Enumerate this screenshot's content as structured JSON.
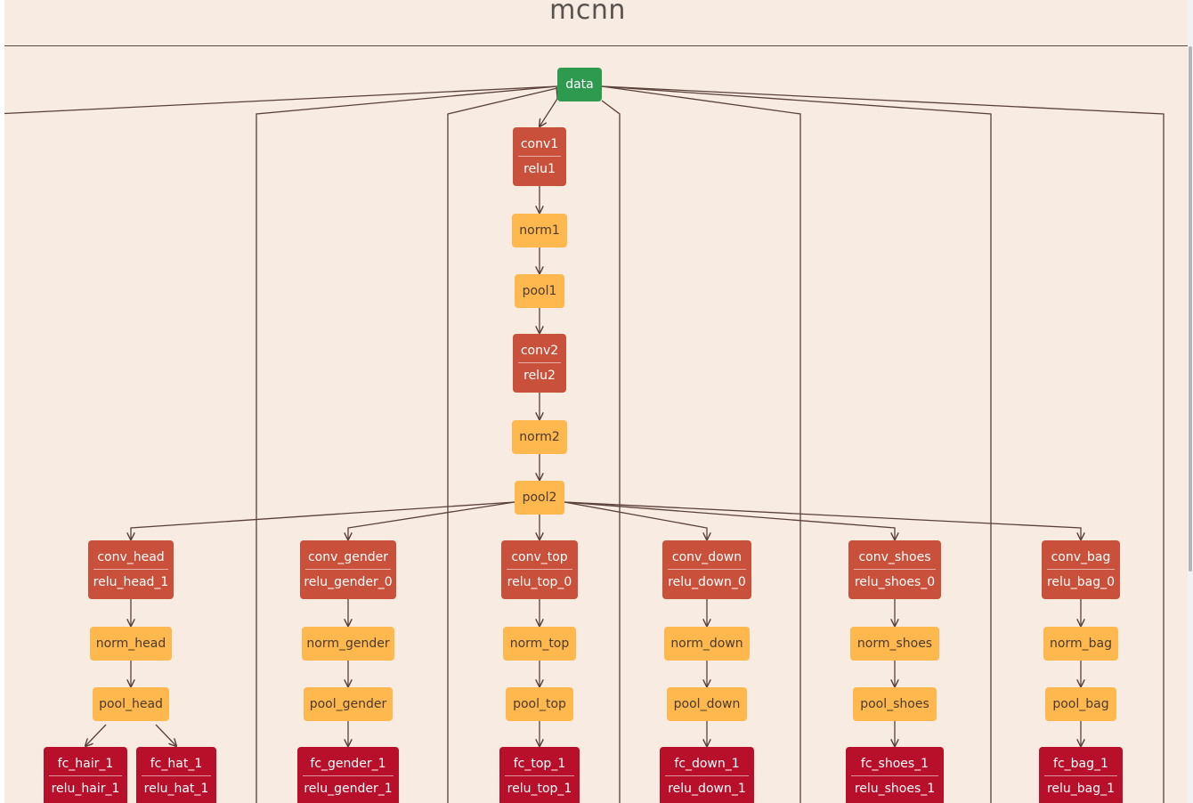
{
  "title": "mcnn",
  "colors": {
    "input": "#2e9a4f",
    "conv": "#c9503a",
    "norm_pool": "#ffb84d",
    "fc": "#b8102a",
    "edge": "#5a4038"
  },
  "nodes": {
    "data": {
      "labels": [
        "data"
      ]
    },
    "conv1": {
      "labels": [
        "conv1",
        "relu1"
      ]
    },
    "norm1": {
      "labels": [
        "norm1"
      ]
    },
    "pool1": {
      "labels": [
        "pool1"
      ]
    },
    "conv2": {
      "labels": [
        "conv2",
        "relu2"
      ]
    },
    "norm2": {
      "labels": [
        "norm2"
      ]
    },
    "pool2": {
      "labels": [
        "pool2"
      ]
    },
    "conv_head": {
      "labels": [
        "conv_head",
        "relu_head_1"
      ]
    },
    "norm_head": {
      "labels": [
        "norm_head"
      ]
    },
    "pool_head": {
      "labels": [
        "pool_head"
      ]
    },
    "fc_hair_1": {
      "labels": [
        "fc_hair_1",
        "relu_hair_1"
      ]
    },
    "fc_hat_1": {
      "labels": [
        "fc_hat_1",
        "relu_hat_1"
      ]
    },
    "conv_gender": {
      "labels": [
        "conv_gender",
        "relu_gender_0"
      ]
    },
    "norm_gender": {
      "labels": [
        "norm_gender"
      ]
    },
    "pool_gender": {
      "labels": [
        "pool_gender"
      ]
    },
    "fc_gender_1": {
      "labels": [
        "fc_gender_1",
        "relu_gender_1"
      ]
    },
    "conv_top": {
      "labels": [
        "conv_top",
        "relu_top_0"
      ]
    },
    "norm_top": {
      "labels": [
        "norm_top"
      ]
    },
    "pool_top": {
      "labels": [
        "pool_top"
      ]
    },
    "fc_top_1": {
      "labels": [
        "fc_top_1",
        "relu_top_1"
      ]
    },
    "conv_down": {
      "labels": [
        "conv_down",
        "relu_down_0"
      ]
    },
    "norm_down": {
      "labels": [
        "norm_down"
      ]
    },
    "pool_down": {
      "labels": [
        "pool_down"
      ]
    },
    "fc_down_1": {
      "labels": [
        "fc_down_1",
        "relu_down_1"
      ]
    },
    "conv_shoes": {
      "labels": [
        "conv_shoes",
        "relu_shoes_0"
      ]
    },
    "norm_shoes": {
      "labels": [
        "norm_shoes"
      ]
    },
    "pool_shoes": {
      "labels": [
        "pool_shoes"
      ]
    },
    "fc_shoes_1": {
      "labels": [
        "fc_shoes_1",
        "relu_shoes_1"
      ]
    },
    "conv_bag": {
      "labels": [
        "conv_bag",
        "relu_bag_0"
      ]
    },
    "norm_bag": {
      "labels": [
        "norm_bag"
      ]
    },
    "pool_bag": {
      "labels": [
        "pool_bag"
      ]
    },
    "fc_bag_1": {
      "labels": [
        "fc_bag_1",
        "relu_bag_1"
      ]
    }
  },
  "edges": [
    [
      "data",
      "conv1"
    ],
    [
      "conv1",
      "norm1"
    ],
    [
      "norm1",
      "pool1"
    ],
    [
      "pool1",
      "conv2"
    ],
    [
      "conv2",
      "norm2"
    ],
    [
      "norm2",
      "pool2"
    ],
    [
      "pool2",
      "conv_head"
    ],
    [
      "pool2",
      "conv_gender"
    ],
    [
      "pool2",
      "conv_top"
    ],
    [
      "pool2",
      "conv_down"
    ],
    [
      "pool2",
      "conv_shoes"
    ],
    [
      "pool2",
      "conv_bag"
    ],
    [
      "conv_head",
      "norm_head"
    ],
    [
      "norm_head",
      "pool_head"
    ],
    [
      "pool_head",
      "fc_hair_1"
    ],
    [
      "pool_head",
      "fc_hat_1"
    ],
    [
      "conv_gender",
      "norm_gender"
    ],
    [
      "norm_gender",
      "pool_gender"
    ],
    [
      "pool_gender",
      "fc_gender_1"
    ],
    [
      "conv_top",
      "norm_top"
    ],
    [
      "norm_top",
      "pool_top"
    ],
    [
      "pool_top",
      "fc_top_1"
    ],
    [
      "conv_down",
      "norm_down"
    ],
    [
      "norm_down",
      "pool_down"
    ],
    [
      "pool_down",
      "fc_down_1"
    ],
    [
      "conv_shoes",
      "norm_shoes"
    ],
    [
      "norm_shoes",
      "pool_shoes"
    ],
    [
      "pool_shoes",
      "fc_shoes_1"
    ],
    [
      "conv_bag",
      "norm_bag"
    ],
    [
      "norm_bag",
      "pool_bag"
    ],
    [
      "pool_bag",
      "fc_bag_1"
    ]
  ]
}
